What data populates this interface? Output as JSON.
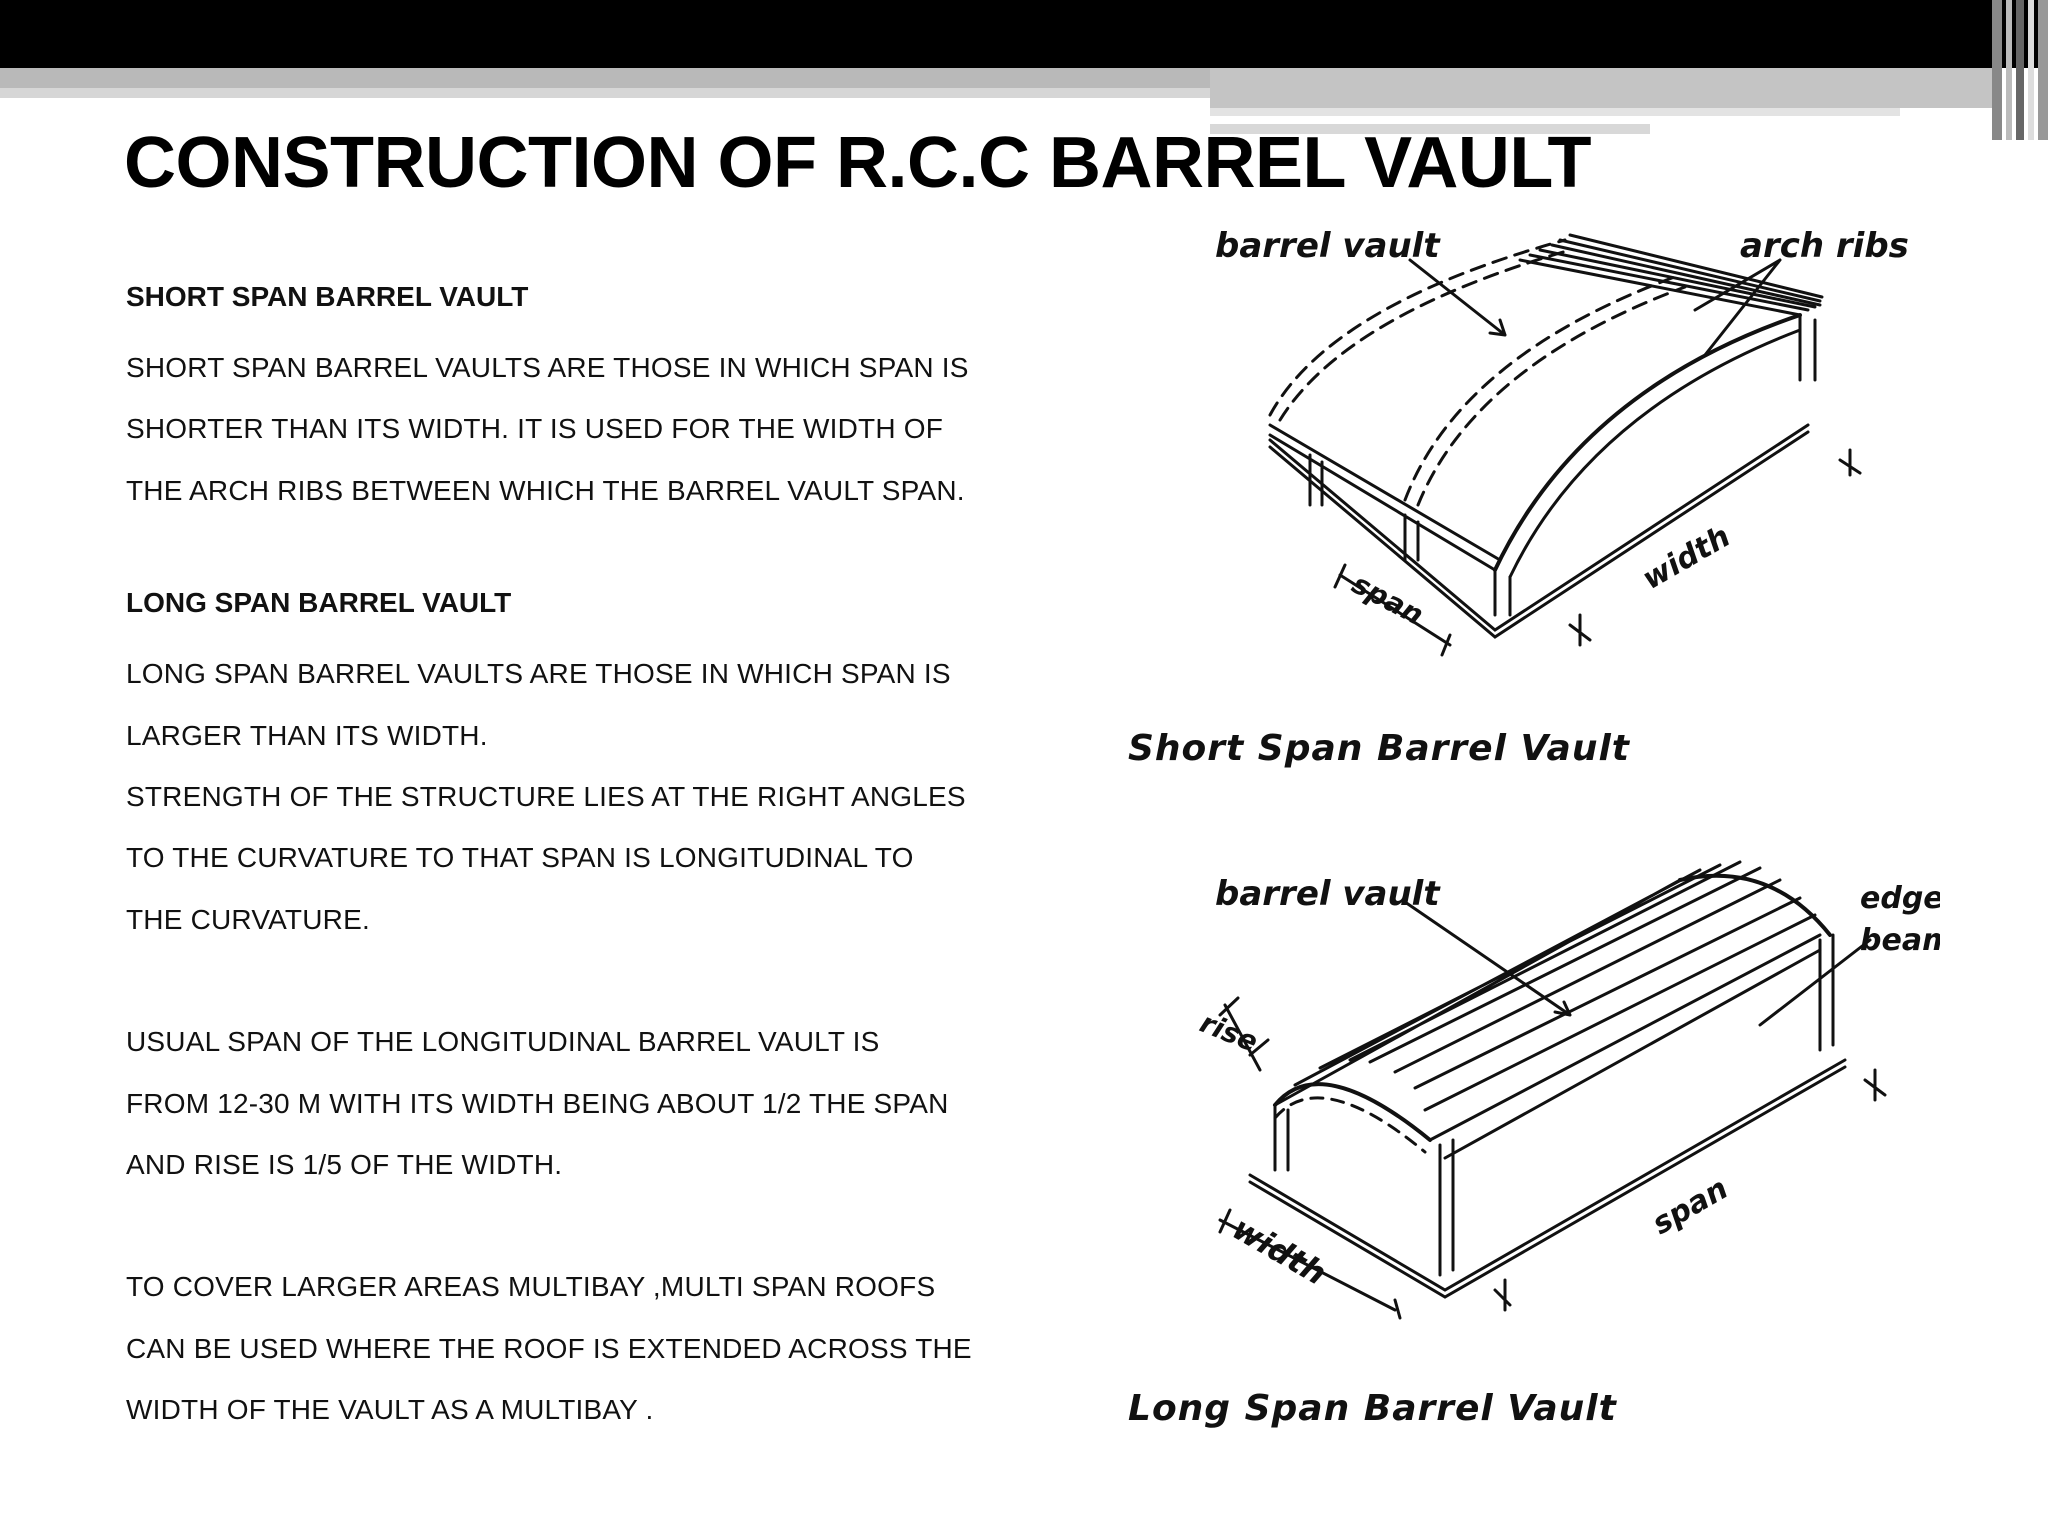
{
  "slide": {
    "title": "CONSTRUCTION OF R.C.C BARREL VAULT"
  },
  "short_span": {
    "heading": "SHORT SPAN BARREL VAULT",
    "lines": [
      "SHORT SPAN BARREL VAULTS ARE THOSE IN WHICH SPAN IS",
      "SHORTER THAN ITS WIDTH. IT IS USED FOR THE WIDTH OF",
      "THE ARCH RIBS BETWEEN WHICH THE BARREL VAULT SPAN."
    ]
  },
  "long_span": {
    "heading": "LONG SPAN BARREL VAULT",
    "lines": [
      "LONG SPAN BARREL VAULTS ARE THOSE IN WHICH SPAN IS",
      "LARGER THAN ITS WIDTH.",
      "STRENGTH OF THE STRUCTURE LIES AT THE RIGHT ANGLES",
      "TO THE CURVATURE TO THAT SPAN IS LONGITUDINAL TO",
      "THE CURVATURE."
    ]
  },
  "usual_span": {
    "lines": [
      "USUAL SPAN OF THE LONGITUDINAL BARREL VAULT IS",
      "FROM 12-30 M WITH ITS WIDTH BEING ABOUT 1/2 THE SPAN",
      "AND RISE IS 1/5 OF THE WIDTH."
    ]
  },
  "multibay": {
    "lines": [
      "TO COVER LARGER AREAS MULTIBAY ,MULTI SPAN ROOFS",
      "CAN BE USED WHERE THE ROOF IS EXTENDED ACROSS THE",
      "WIDTH OF THE VAULT AS A MULTIBAY ."
    ]
  },
  "diagram_short": {
    "label_barrel_vault": "barrel vault",
    "label_arch_ribs": "arch ribs",
    "label_span": "span",
    "label_width": "width",
    "caption": "Short Span Barrel Vault"
  },
  "diagram_long": {
    "label_barrel_vault": "barrel vault",
    "label_edge": "edge",
    "label_beam": "beam",
    "label_rise": "rise",
    "label_width": "width",
    "label_span": "span",
    "caption": "Long Span Barrel Vault"
  }
}
